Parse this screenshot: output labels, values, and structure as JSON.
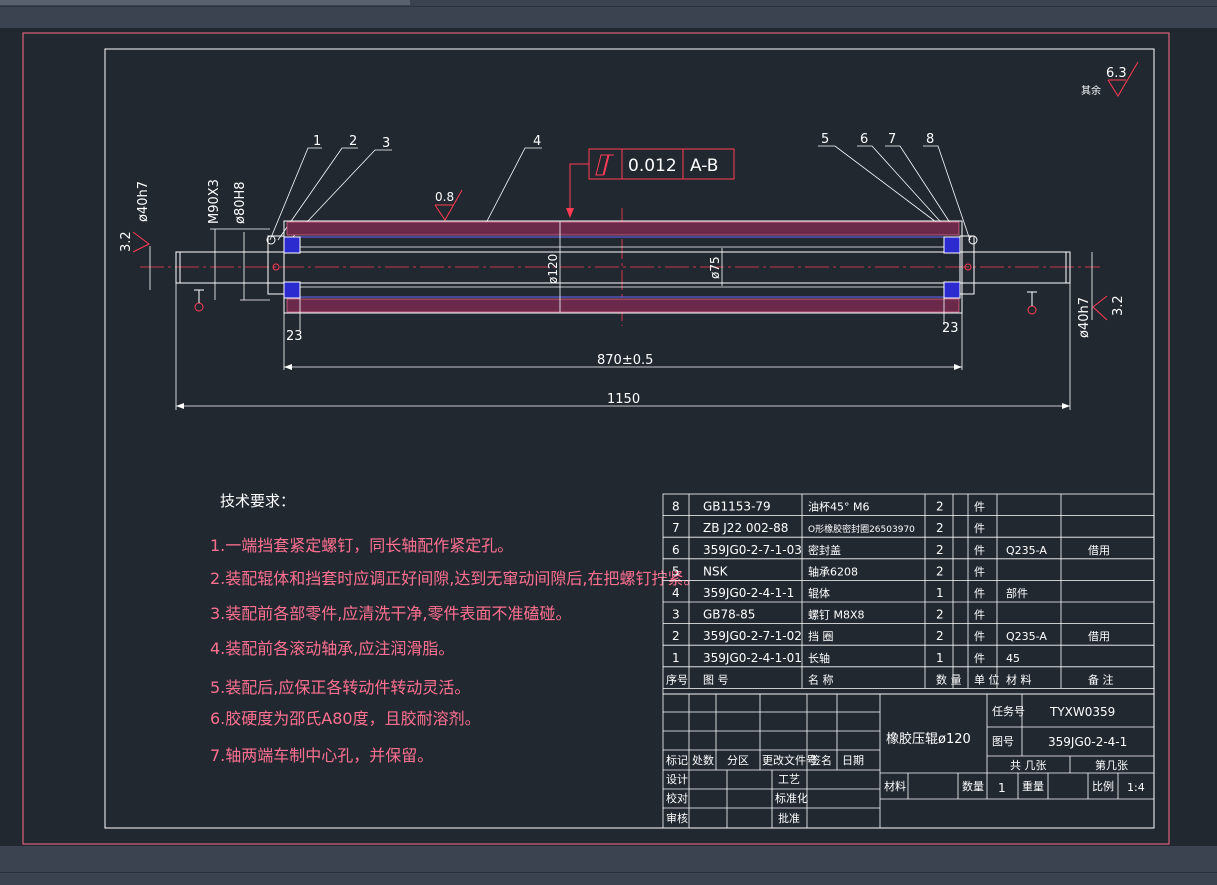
{
  "drawing": {
    "roughness_other": {
      "value": "6.3",
      "label": "其余"
    },
    "roughness_top": "0.8",
    "roughness_left": "3.2",
    "roughness_right": "3.2",
    "tolerance": {
      "value": "0.012",
      "datum": "A-B"
    },
    "balloons": [
      "1",
      "2",
      "3",
      "4",
      "5",
      "6",
      "7",
      "8"
    ],
    "dims": {
      "d40_left": "ø40h7",
      "m90": "M90X3",
      "d80": "ø80H8",
      "d120": "ø120",
      "d75": "ø75",
      "d40_right": "ø40h7",
      "w23_left": "23",
      "w23_right": "23",
      "len870": "870±0.5",
      "len1150": "1150"
    }
  },
  "tech": {
    "title": "技术要求：",
    "items": [
      "1.一端挡套紧定螺钉，同长轴配作紧定孔。",
      "2.装配辊体和挡套时应调正好间隙,达到无窜动间隙后,在把螺钉拧紧。",
      "3.装配前各部零件,应清洗干净,零件表面不准磕碰。",
      "4.装配前各滚动轴承,应注润滑脂。",
      "5.装配后,应保正各转动件转动灵活。",
      "6.胶硬度为邵氏A80度，且胶耐溶剂。",
      "7.轴两端车制中心孔，并保留。"
    ]
  },
  "bom": {
    "rows": [
      {
        "no": "8",
        "code": "GB1153-79",
        "name": "油杯45° M6",
        "qty": "2",
        "unit": "件",
        "mat": "",
        "note": ""
      },
      {
        "no": "7",
        "code": "ZB J22 002-88",
        "name": "O形橡胶密封圈26503970",
        "qty": "2",
        "unit": "件",
        "mat": "",
        "note": ""
      },
      {
        "no": "6",
        "code": "359JG0-2-7-1-03",
        "name": "密封盖",
        "qty": "2",
        "unit": "件",
        "mat": "Q235-A",
        "note": "借用"
      },
      {
        "no": "5",
        "code": "NSK",
        "name": "轴承6208",
        "qty": "2",
        "unit": "件",
        "mat": "",
        "note": ""
      },
      {
        "no": "4",
        "code": "359JG0-2-4-1-1",
        "name": "辊体",
        "qty": "1",
        "unit": "件",
        "mat": "部件",
        "note": ""
      },
      {
        "no": "3",
        "code": "GB78-85",
        "name": "螺钉 M8X8",
        "qty": "2",
        "unit": "件",
        "mat": "",
        "note": ""
      },
      {
        "no": "2",
        "code": "359JG0-2-7-1-02",
        "name": "挡  圈",
        "qty": "2",
        "unit": "件",
        "mat": "Q235-A",
        "note": "借用"
      },
      {
        "no": "1",
        "code": "359JG0-2-4-1-01",
        "name": "长轴",
        "qty": "1",
        "unit": "件",
        "mat": "45",
        "note": ""
      }
    ],
    "header": {
      "no": "序号",
      "code": "图        号",
      "name": "名        称",
      "qty": "数 量",
      "unit": "单 位",
      "mat": "材  料",
      "note": "备    注"
    }
  },
  "title_block": {
    "part_name": "橡胶压辊ø120",
    "task_label": "任务号",
    "task_no": "TYXW0359",
    "drawing_label": "图号",
    "drawing_no": "359JG0-2-4-1",
    "sheets_total": "共 几张",
    "sheet_no": "第几张",
    "material_label": "材料",
    "qty_label": "数量",
    "qty_value": "1",
    "weight_label": "重量",
    "scale_label": "比例",
    "scale_value": "1:4",
    "rev_labels": [
      "标记",
      "处数",
      "分区",
      "更改文件号",
      "签名",
      "日期"
    ],
    "sign_labels": [
      "设计",
      "校对",
      "审核"
    ],
    "sign_labels_right": [
      "工艺",
      "标准化",
      "批准"
    ]
  }
}
